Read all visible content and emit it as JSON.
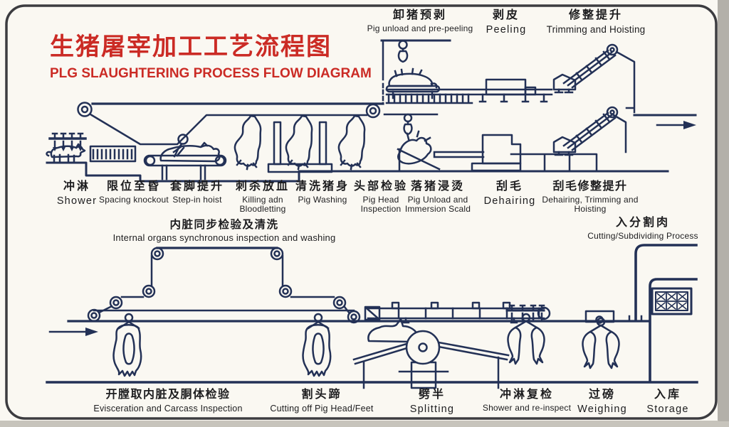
{
  "title": {
    "zh": "生猪屠宰加工工艺流程图",
    "en": "PLG SLAUGHTERING PROCESS FLOW DIAGRAM"
  },
  "colors": {
    "title_red": "#cb2b25",
    "ink_line": "#233156",
    "label_text": "#1d1d1f",
    "background": "#faf8f2"
  },
  "stations": {
    "top": [
      {
        "zh": "卸猪预剥",
        "en": "Pig unload and pre-peeling"
      },
      {
        "zh": "剥皮",
        "en": "Peeling"
      },
      {
        "zh": "修整提升",
        "en": "Trimming and Hoisting"
      }
    ],
    "kill_line": [
      {
        "zh": "冲淋",
        "en": "Shower"
      },
      {
        "zh": "限位至昏",
        "en": "Spacing knockout"
      },
      {
        "zh": "套脚提升",
        "en": "Step-in hoist"
      },
      {
        "zh": "刺杀放血",
        "en": "Killing adn Bloodletting"
      },
      {
        "zh": "清洗猪身",
        "en": "Pig Washing"
      },
      {
        "zh": "头部检验",
        "en": "Pig Head Inspection"
      },
      {
        "zh": "落猪浸烫",
        "en": "Pig Unload and Immersion Scald"
      },
      {
        "zh": "刮毛",
        "en": "Dehairing"
      },
      {
        "zh": "刮毛修整提升",
        "en": "Dehairing, Trimming and Hoisting"
      }
    ],
    "mid": [
      {
        "zh": "内脏同步检验及清洗",
        "en": "Internal organs synchronous inspection and washing"
      },
      {
        "zh": "入分割肉",
        "en": "Cutting/Subdividing  Process"
      }
    ],
    "carcass_line": [
      {
        "zh": "开膛取内脏及胴体检验",
        "en": "Evisceration and Carcass Inspection"
      },
      {
        "zh": "割头蹄",
        "en": "Cutting off Pig Head/Feet"
      },
      {
        "zh": "劈半",
        "en": "Splitting"
      },
      {
        "zh": "冲淋复检",
        "en": "Shower and re-inspect"
      },
      {
        "zh": "过磅",
        "en": "Weighing"
      },
      {
        "zh": "入库",
        "en": "Storage"
      }
    ]
  }
}
